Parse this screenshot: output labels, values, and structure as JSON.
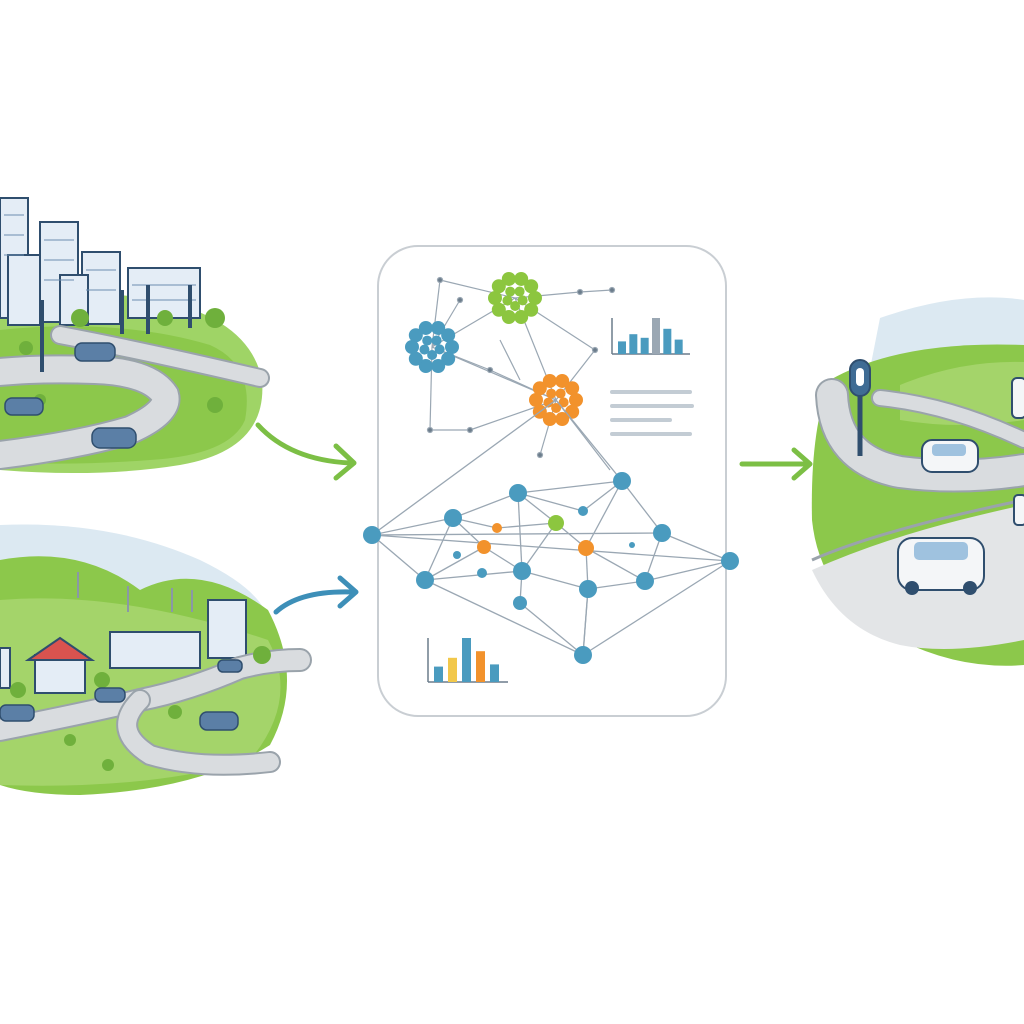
{
  "colors": {
    "background": "#ffffff",
    "grass": "#8cc84b",
    "grass_light": "#b5dc7a",
    "road": "#d9dcdf",
    "road_edge": "#9aa3ab",
    "building": "#dfe9f3",
    "building_line": "#2f4e6e",
    "car": "#5b7fa6",
    "car_white": "#f4f6f8",
    "sky": "#dce9f2",
    "node_blue": "#4a9bbf",
    "node_green": "#8cc63f",
    "node_orange": "#f2922c",
    "node_yellow": "#f2c84b",
    "edge": "#9aa7b3",
    "arrow_green": "#7cbf45",
    "arrow_blue": "#3d8fb8",
    "panel_border": "#c9ced3",
    "text_line": "#c3ccd4"
  },
  "panel": {
    "clusters": [
      {
        "name": "blue-cluster",
        "color": "node_blue"
      },
      {
        "name": "green-cluster",
        "color": "node_green"
      },
      {
        "name": "orange-cluster",
        "color": "node_orange"
      }
    ],
    "mini_chart_top": {
      "values": [
        0.35,
        0.55,
        0.45,
        1.0,
        0.7,
        0.4
      ],
      "colors": [
        "node_blue",
        "node_blue",
        "node_blue",
        "edge",
        "node_blue",
        "node_blue"
      ]
    },
    "mini_chart_bottom": {
      "values": [
        0.35,
        0.55,
        1.0,
        0.7,
        0.4
      ],
      "colors": [
        "node_blue",
        "node_yellow",
        "node_blue",
        "node_orange",
        "node_blue"
      ]
    }
  },
  "icons": [
    "city-scene-icon",
    "countryside-scene-icon",
    "network-graph-icon",
    "road-with-sensor-scene-icon"
  ]
}
